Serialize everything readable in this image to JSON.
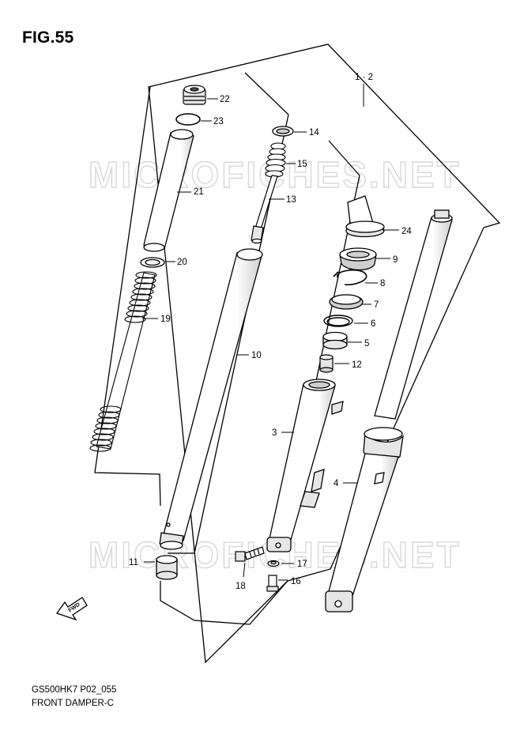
{
  "figure": {
    "title": "FIG.55",
    "footer_code": "GS500HK7 P02_055",
    "footer_name": "FRONT DAMPER-C",
    "watermark": "MICROFICHES.NET",
    "assembly_label": "1 · 2",
    "fwd_label": "FWD"
  },
  "parts": [
    {
      "id": "p22",
      "label": "22",
      "name": "cap-bolt"
    },
    {
      "id": "p23",
      "label": "23",
      "name": "o-ring"
    },
    {
      "id": "p21",
      "label": "21",
      "name": "spacer"
    },
    {
      "id": "p20",
      "label": "20",
      "name": "washer"
    },
    {
      "id": "p19",
      "label": "19",
      "name": "fork-spring"
    },
    {
      "id": "p14",
      "label": "14",
      "name": "ring"
    },
    {
      "id": "p15",
      "label": "15",
      "name": "rebound-spring"
    },
    {
      "id": "p13",
      "label": "13",
      "name": "damper-rod"
    },
    {
      "id": "p10",
      "label": "10",
      "name": "inner-tube"
    },
    {
      "id": "p11",
      "label": "11",
      "name": "guide-bushing"
    },
    {
      "id": "p24",
      "label": "24",
      "name": "dust-cover"
    },
    {
      "id": "p9",
      "label": "9",
      "name": "dust-seal"
    },
    {
      "id": "p8",
      "label": "8",
      "name": "snap-ring"
    },
    {
      "id": "p7",
      "label": "7",
      "name": "oil-seal"
    },
    {
      "id": "p6",
      "label": "6",
      "name": "retainer"
    },
    {
      "id": "p5",
      "label": "5",
      "name": "slide-bushing"
    },
    {
      "id": "p12",
      "label": "12",
      "name": "oil-lock-piece"
    },
    {
      "id": "p3",
      "label": "3",
      "name": "outer-tube"
    },
    {
      "id": "p4",
      "label": "4",
      "name": "fork-assembly"
    },
    {
      "id": "p17",
      "label": "17",
      "name": "gasket"
    },
    {
      "id": "p18",
      "label": "18",
      "name": "damper-bolt"
    },
    {
      "id": "p16",
      "label": "16",
      "name": "drain-bolt"
    }
  ]
}
